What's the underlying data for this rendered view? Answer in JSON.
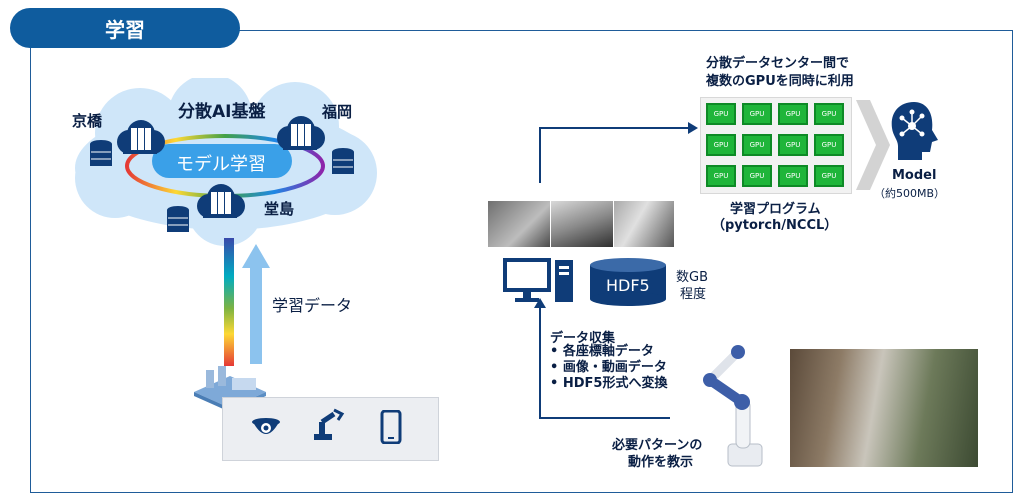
{
  "header": {
    "title": "学習"
  },
  "cloud": {
    "title": "分散AI基盤",
    "center_label": "モデル学習",
    "sites": [
      "京橋",
      "福岡",
      "堂島"
    ]
  },
  "left_flow": {
    "label": "学習データ"
  },
  "right_top": {
    "caption_line1": "分散データセンター間で",
    "caption_line2": "複数のGPUを同時に利用",
    "gpu_label": "GPU",
    "program_line1": "学習プログラム",
    "program_line2": "（pytorch/NCCL）"
  },
  "model": {
    "title": "Model",
    "size": "（約500MB）"
  },
  "storage": {
    "format": "HDF5",
    "size_line1": "数GB",
    "size_line2": "程度"
  },
  "collection": {
    "title": "データ収集",
    "items": [
      "各座標軸データ",
      "画像・動画データ",
      "HDF5形式へ変換"
    ]
  },
  "teach": {
    "line1": "必要パターンの",
    "line2": "動作を教示"
  },
  "colors": {
    "primary": "#0f5c9e",
    "gpu_green": "#1fb53a",
    "cloud": "#cfe6f9",
    "arrow_light": "#8cc3ee"
  }
}
